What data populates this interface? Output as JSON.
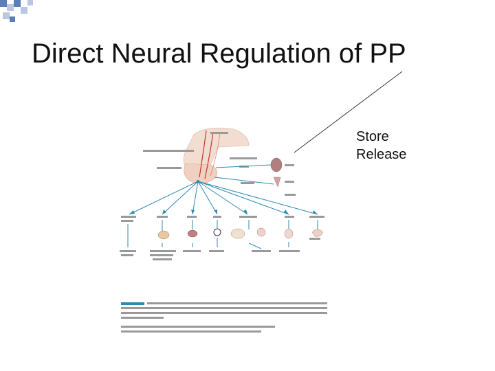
{
  "slide": {
    "title": "Direct Neural Regulation of PP",
    "annotation_line1": "Store",
    "annotation_line2": "Release"
  },
  "colors": {
    "title": "#111111",
    "arrow": "#2d8ab0",
    "vessel": "#c0392b",
    "gland": "#f0d0c0",
    "corner_a": "#5b7db8",
    "corner_b": "#b9c8e0"
  }
}
